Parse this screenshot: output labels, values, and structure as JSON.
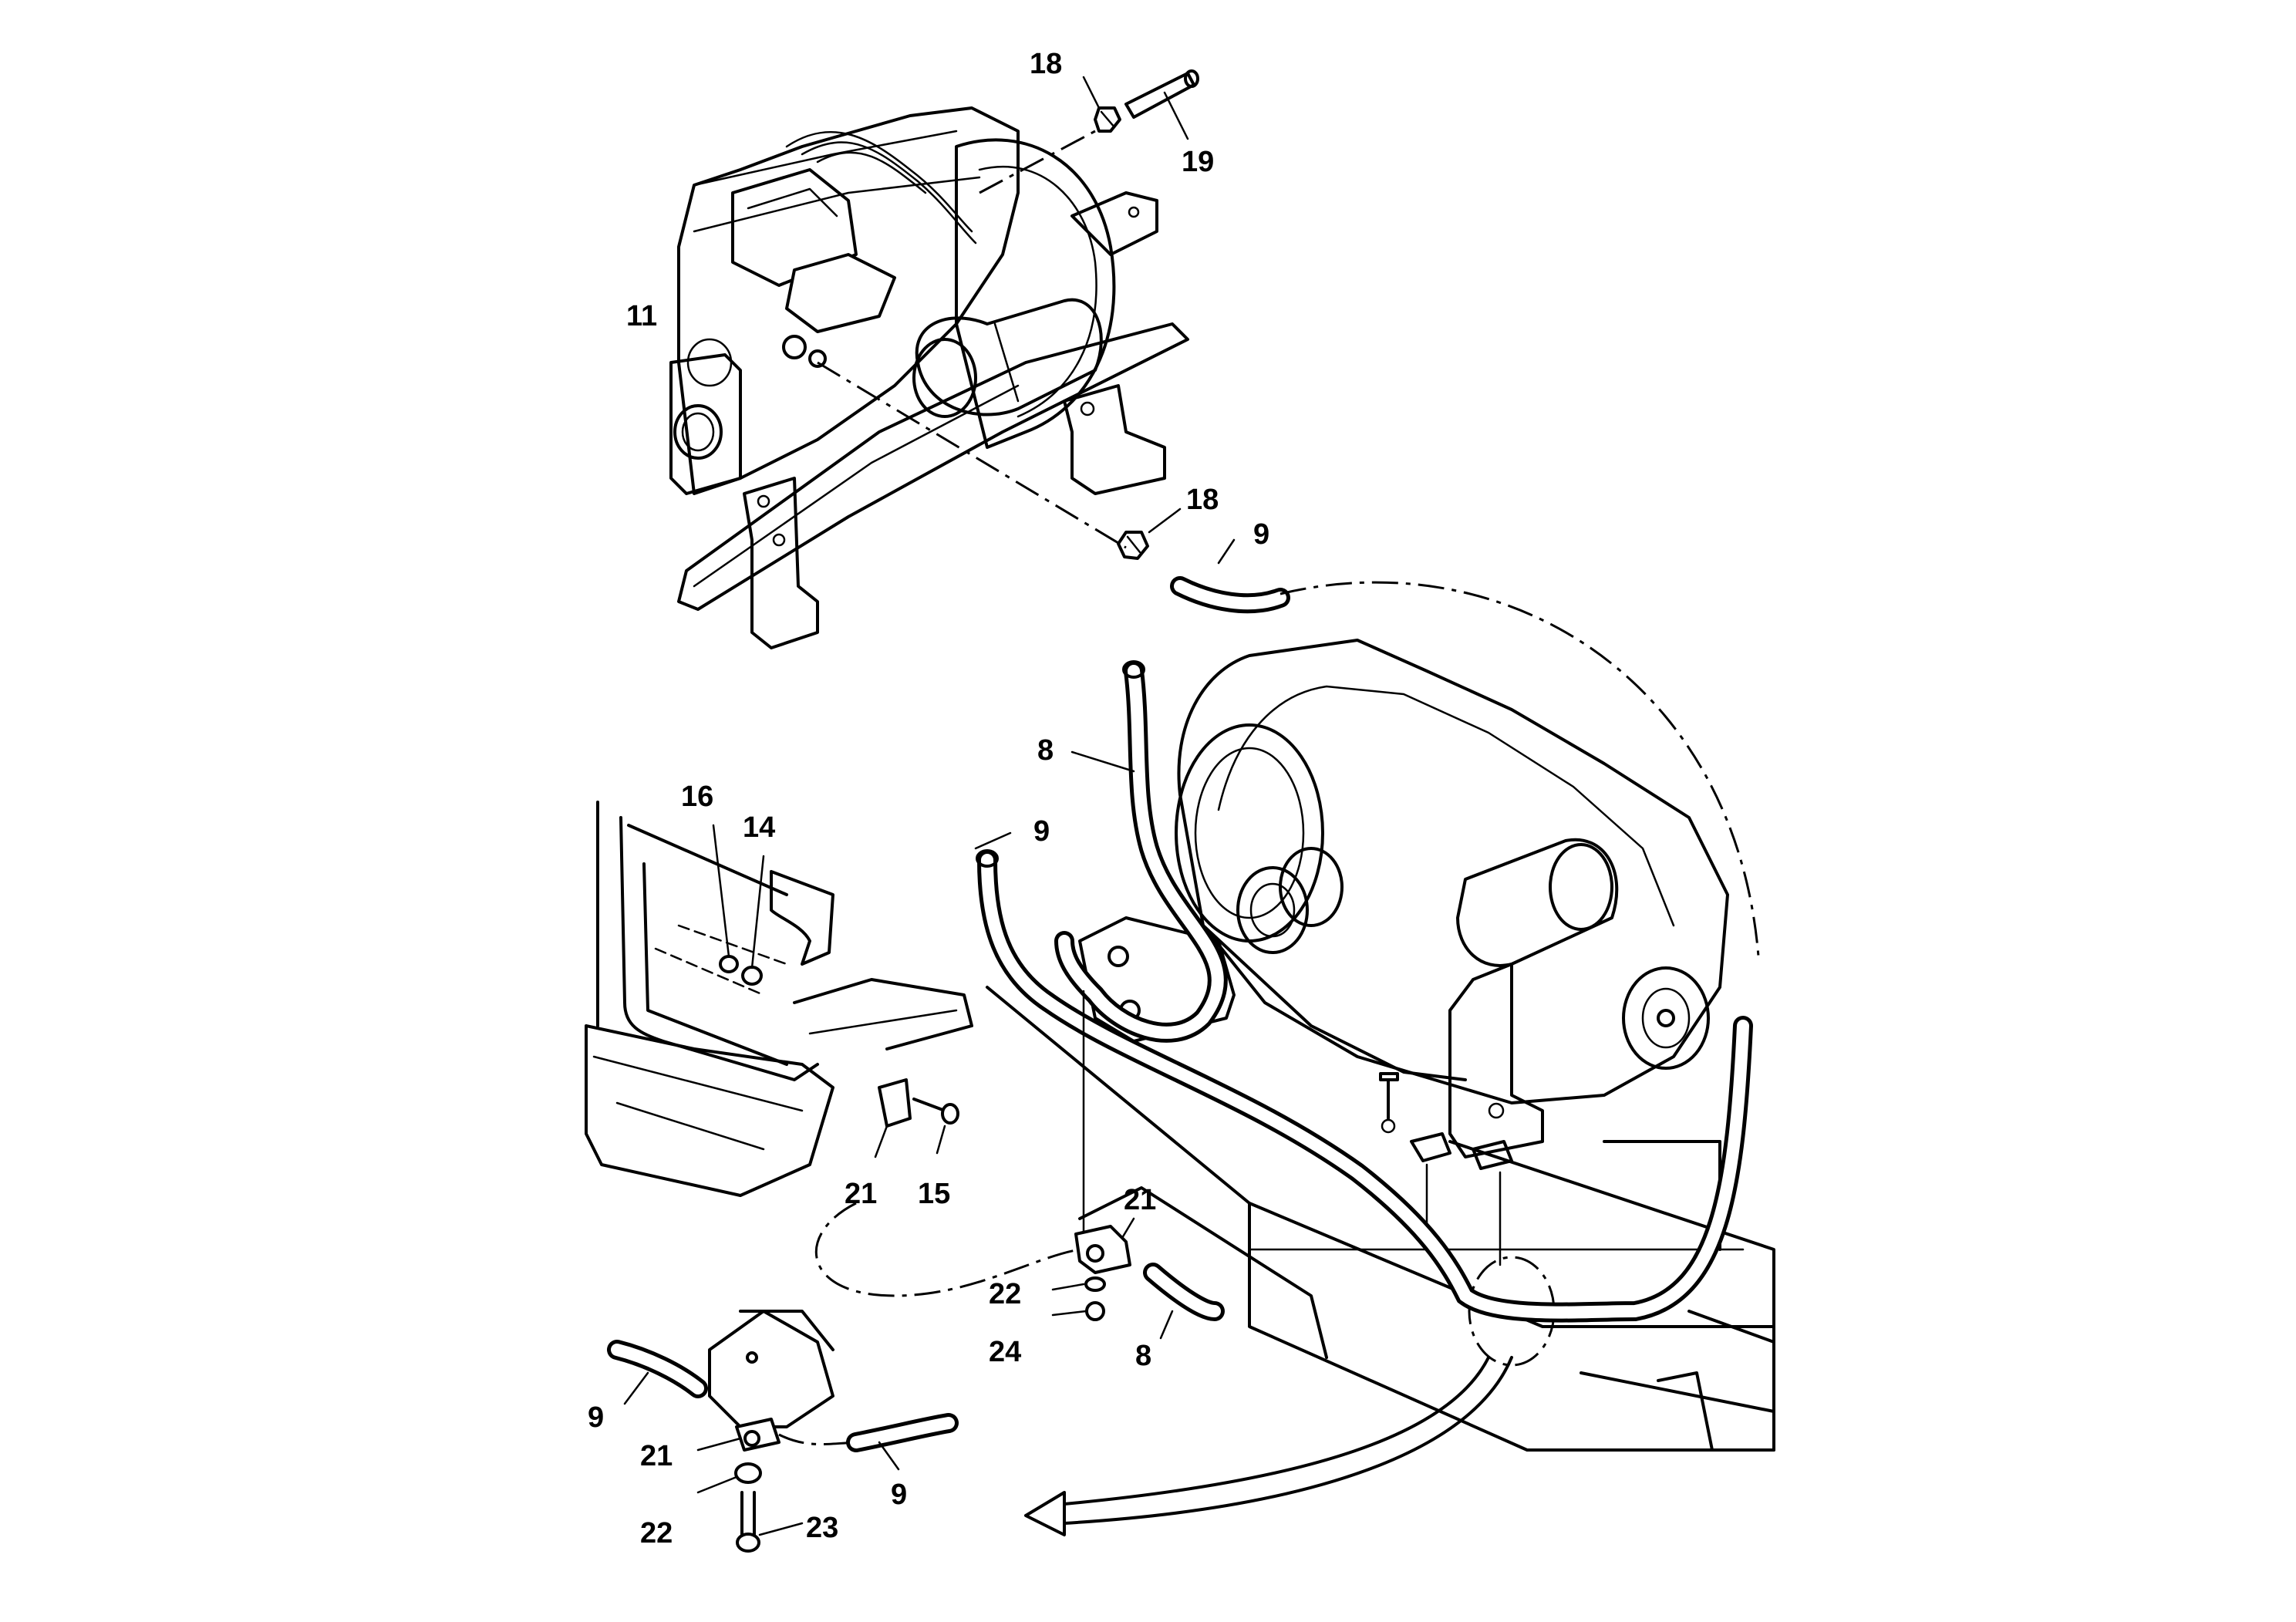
{
  "diagram": {
    "labels": {
      "engine_drain_fitting": "11",
      "clamp_upper": "18",
      "clamp_lower": "18",
      "drain_tube_upper": "19",
      "hose_9_upper": "9",
      "hose_8_middle": "8",
      "hose_9_middle": "9",
      "washer_16": "16",
      "washer_14": "14",
      "clip_21_left": "21",
      "screw_15": "15",
      "clip_21_middle": "21",
      "washer_22_middle": "22",
      "nut_24": "24",
      "hose_8_lower": "8",
      "hose_9_bottom_left": "9",
      "clip_21_bottom": "21",
      "washer_22_bottom": "22",
      "screw_23": "23",
      "hose_9_bottom_right": "9"
    }
  }
}
